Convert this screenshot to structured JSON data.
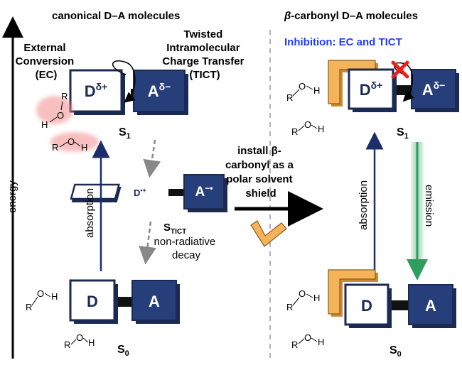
{
  "left_panel": {
    "title": "canonical D–A molecules",
    "ec_label": [
      "External",
      "Conversion",
      "(EC)"
    ],
    "tict_label": [
      "Twisted",
      "Intramolecular",
      "Charge Transfer",
      "(TICT)"
    ],
    "s1_donor": "Dδ+",
    "s1_acceptor": "Aδ−",
    "s1_state": "S1",
    "stict_donor": "D•+",
    "stict_acceptor": "A−•",
    "stict_state": "STICT",
    "nonrad_label": [
      "non-radiative",
      "decay"
    ],
    "absorption_label": "absorption",
    "s0_donor": "D",
    "s0_acceptor": "A",
    "s0_state": "S0"
  },
  "middle": {
    "install_label": [
      "install β-",
      "carbonyl as a",
      "polar solvent",
      "shield"
    ]
  },
  "right_panel": {
    "title": "β-carbonyl D–A molecules",
    "inhibition_label": "Inhibition: EC and TICT",
    "s1_donor": "Dδ+",
    "s1_acceptor": "Aδ−",
    "s1_state": "S1",
    "absorption_label": "absorption",
    "emission_label": "emission",
    "s0_donor": "D",
    "s0_acceptor": "A",
    "s0_state": "S0"
  },
  "axis": {
    "label": "energy"
  },
  "solvent": {
    "R": "R",
    "O": "O",
    "H": "H"
  },
  "colors": {
    "box_fill": "#263f7a",
    "box_border": "#1b2a52",
    "arrow_blue": "#1c2d6b",
    "highlight_red": "#f28b8b",
    "emission_green": "#2e9e5e",
    "shield_orange": "#f5b35a",
    "inhibition_blue": "#1f3cff",
    "cross_red": "#e8211b"
  }
}
